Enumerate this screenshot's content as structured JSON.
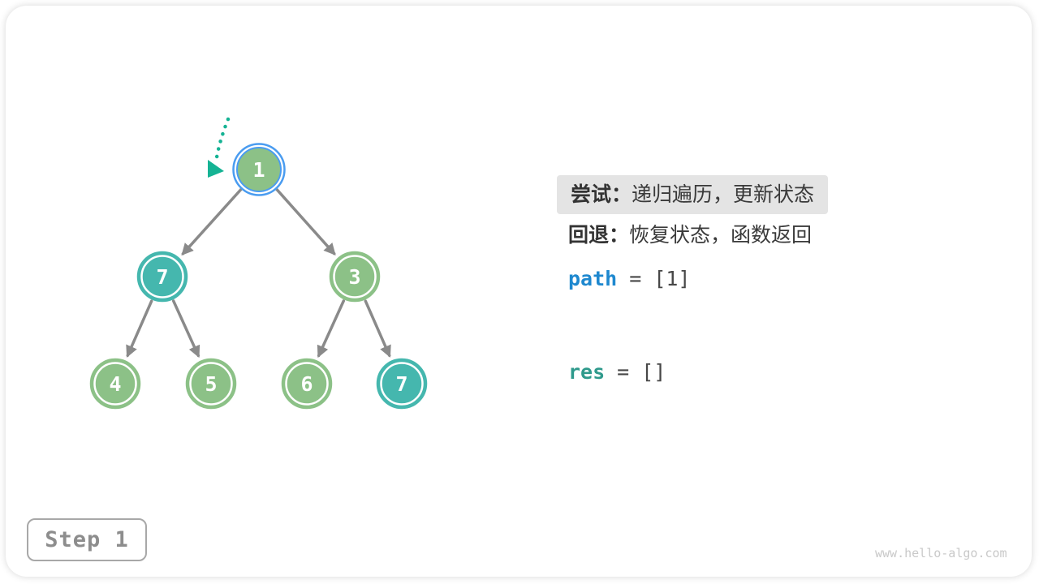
{
  "tree": {
    "nodes": [
      {
        "position": "root",
        "value": "1",
        "color": "green",
        "state": "current"
      },
      {
        "position": "left",
        "value": "7",
        "color": "teal",
        "state": "normal"
      },
      {
        "position": "right",
        "value": "3",
        "color": "green",
        "state": "normal"
      },
      {
        "position": "left-left",
        "value": "4",
        "color": "green",
        "state": "normal"
      },
      {
        "position": "left-right",
        "value": "5",
        "color": "green",
        "state": "normal"
      },
      {
        "position": "right-left",
        "value": "6",
        "color": "green",
        "state": "normal"
      },
      {
        "position": "right-right",
        "value": "7",
        "color": "teal",
        "state": "normal"
      }
    ]
  },
  "panel": {
    "try": {
      "label": "尝试：",
      "text": "递归遍历，更新状态",
      "highlighted": true
    },
    "back": {
      "label": "回退：",
      "text": "恢复状态，函数返回",
      "highlighted": false
    },
    "path": {
      "name": "path",
      "value": "= [1]"
    },
    "res": {
      "name": "res",
      "value": "= []"
    }
  },
  "step_badge": {
    "label": "Step 1"
  },
  "watermark": {
    "text": "www.hello-algo.com"
  },
  "colors": {
    "node_green": "#8cc187",
    "node_teal": "#45b7ae",
    "highlight_blue": "#4a9cf0",
    "edge_gray": "#8a8a8a",
    "pointer_teal": "#15b394",
    "path_var_blue": "#1e88cf",
    "res_var_teal": "#2f9a8c",
    "highlight_bg": "#e4e4e4"
  }
}
